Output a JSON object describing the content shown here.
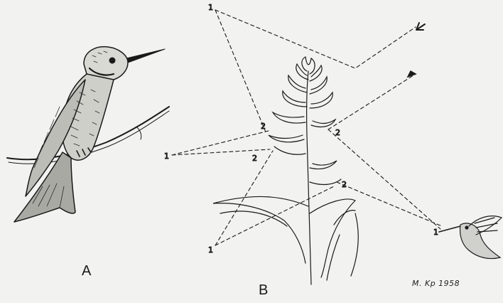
{
  "panels": {
    "a": {
      "label": "A"
    },
    "b": {
      "label": "B"
    }
  },
  "flight_path_labels": {
    "start": "1",
    "flower": "2"
  },
  "signature": "M. Kp 1958",
  "colors": {
    "background": "#f2f2f0",
    "ink": "#1a1a1a"
  }
}
